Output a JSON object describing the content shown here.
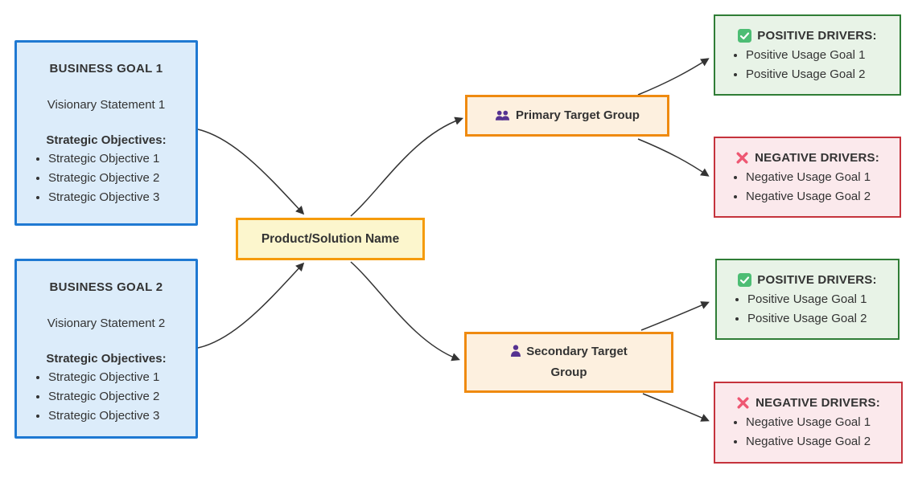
{
  "palette": {
    "text": "#333333",
    "arrow": "#333333",
    "goal_fill": "#dcecfa",
    "goal_border": "#1f79d2",
    "product_fill": "#fcf6cd",
    "product_border": "#f59b0b",
    "group_fill": "#fdf0df",
    "group_border": "#ef8a10",
    "positive_fill": "#e8f3e7",
    "positive_border": "#2f7d36",
    "negative_fill": "#fbe9ec",
    "negative_border": "#c5333c",
    "person_icon_color": "#563291",
    "check_icon_color": "#4dbd74",
    "cross_icon_color": "#ee5772"
  },
  "nodes": {
    "business_goal_1": {
      "title": "BUSINESS GOAL 1",
      "vision": "Visionary Statement 1",
      "objectives_heading": "Strategic Objectives:",
      "objectives": [
        "Strategic Objective 1",
        "Strategic Objective 2",
        "Strategic Objective 3"
      ]
    },
    "business_goal_2": {
      "title": "BUSINESS GOAL 2",
      "vision": "Visionary Statement 2",
      "objectives_heading": "Strategic Objectives:",
      "objectives": [
        "Strategic Objective 1",
        "Strategic Objective 2",
        "Strategic Objective 3"
      ]
    },
    "product": {
      "label": "Product/Solution Name"
    },
    "primary_group": {
      "label": "Primary Target Group",
      "icon": "users-icon"
    },
    "secondary_group": {
      "label": "Secondary Target Group",
      "icon": "user-icon"
    },
    "primary_positive": {
      "heading": "POSITIVE DRIVERS:",
      "icon": "check-icon",
      "items": [
        "Positive Usage Goal 1",
        "Positive Usage Goal 2"
      ]
    },
    "primary_negative": {
      "heading": "NEGATIVE DRIVERS:",
      "icon": "cross-icon",
      "items": [
        "Negative Usage Goal 1",
        "Negative Usage Goal 2"
      ]
    },
    "secondary_positive": {
      "heading": "POSITIVE DRIVERS:",
      "icon": "check-icon",
      "items": [
        "Positive Usage Goal 1",
        "Positive Usage Goal 2"
      ]
    },
    "secondary_negative": {
      "heading": "NEGATIVE DRIVERS:",
      "icon": "cross-icon",
      "items": [
        "Negative Usage Goal 1",
        "Negative Usage Goal 2"
      ]
    }
  },
  "edges": [
    {
      "from": "business_goal_1",
      "to": "product"
    },
    {
      "from": "business_goal_2",
      "to": "product"
    },
    {
      "from": "product",
      "to": "primary_group"
    },
    {
      "from": "product",
      "to": "secondary_group"
    },
    {
      "from": "primary_group",
      "to": "primary_positive"
    },
    {
      "from": "primary_group",
      "to": "primary_negative"
    },
    {
      "from": "secondary_group",
      "to": "secondary_positive"
    },
    {
      "from": "secondary_group",
      "to": "secondary_negative"
    }
  ]
}
